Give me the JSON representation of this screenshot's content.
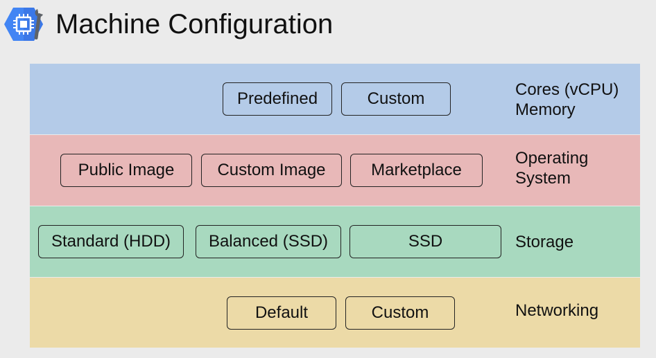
{
  "header": {
    "title": "Machine Configuration",
    "logo_icon": "compute-engine-icon"
  },
  "colors": {
    "cpu_band": "#b4cbe8",
    "os_band": "#e8b8b8",
    "storage_band": "#a8d9bf",
    "network_band": "#ecdaa7",
    "logo_blue": "#4285f4"
  },
  "rows": {
    "cpu": {
      "options": [
        "Predefined",
        "Custom"
      ],
      "label_lines": [
        "Cores (vCPU)",
        "Memory"
      ]
    },
    "os": {
      "options": [
        "Public Image",
        "Custom Image",
        "Marketplace"
      ],
      "label_lines": [
        "Operating",
        "System"
      ]
    },
    "storage": {
      "options": [
        "Standard (HDD)",
        "Balanced (SSD)",
        "SSD"
      ],
      "label_lines": [
        "Storage"
      ]
    },
    "network": {
      "options": [
        "Default",
        "Custom"
      ],
      "label_lines": [
        "Networking"
      ]
    }
  }
}
